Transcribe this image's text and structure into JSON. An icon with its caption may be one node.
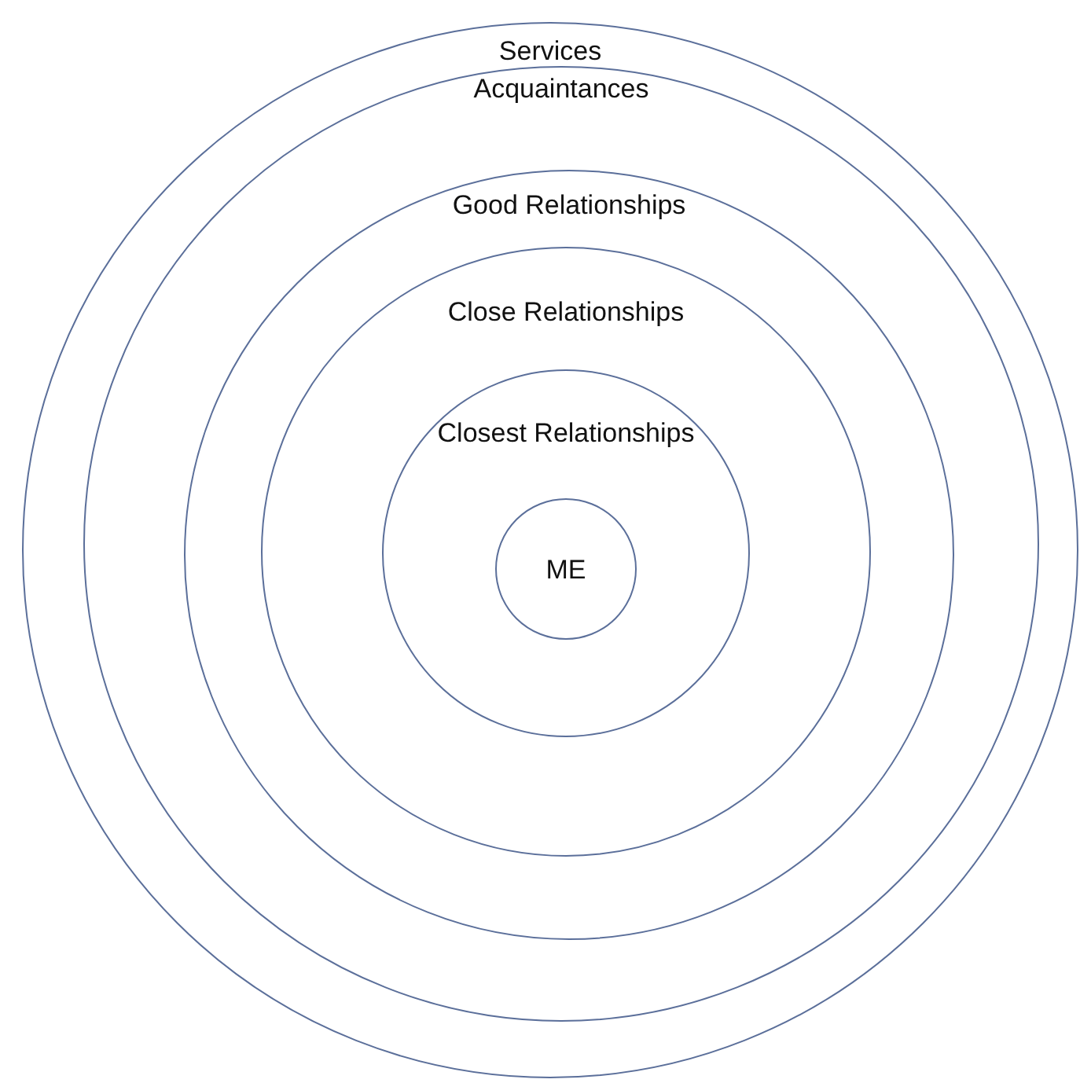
{
  "diagram": {
    "nodes": [
      {
        "text": [
          "Services"
        ]
      },
      {
        "text": [
          "Acquaintances"
        ],
        "in": 0
      },
      {
        "text": [
          "Good Relationships"
        ],
        "in": 1
      },
      {
        "text": [
          "Close Relationships"
        ],
        "in": 2
      },
      {
        "text": [
          "Closest Relationships"
        ],
        "in": 3
      },
      {
        "text": [
          "ME"
        ],
        "in": 4
      }
    ]
  }
}
